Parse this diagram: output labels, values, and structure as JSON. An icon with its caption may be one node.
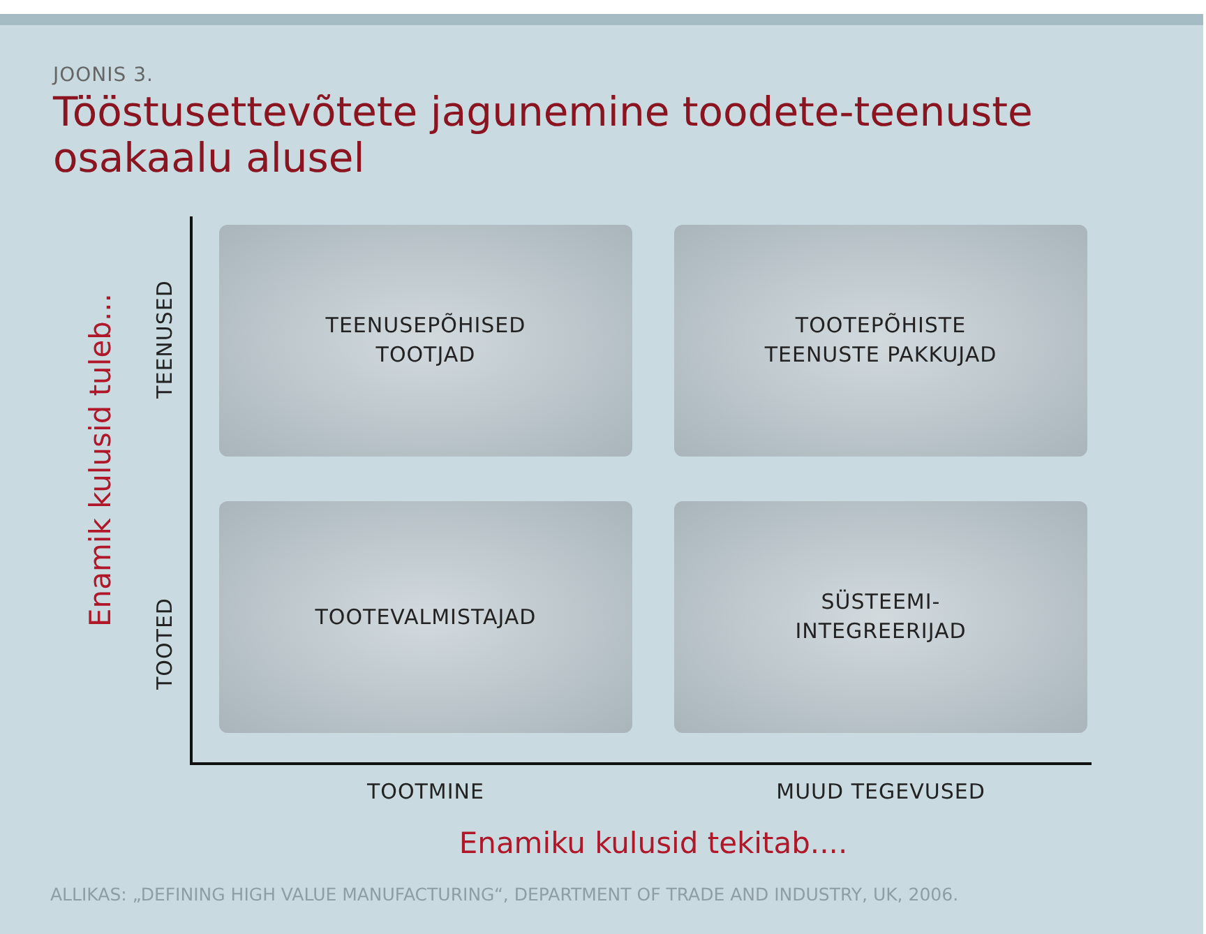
{
  "diagram": {
    "title": "Tööstusettevõtete jagunemine toodete-teenuste osakaalu alusel",
    "caption": "ALLIKAS: „DEFINING HIGH VALUE MANUFACTURING“, DEPARTMENT OF TRADE AND INDUSTRY, UK, 2006.",
    "nodes": [
      {
        "text": [
          "TEENUSEPÕHISED TOOTJAD"
        ]
      },
      {
        "text": [
          "TOOTEPÕHISTE TEENUSTE PAKKUJAD"
        ]
      },
      {
        "text": [
          "TOOTEVALMISTAJAD"
        ]
      },
      {
        "text": [
          "SÜSTEEMI-INTEGREERIJAD"
        ]
      }
    ],
    "labels": [
      "JOONIS 3.",
      "Enamik kulusid tuleb...",
      "TEENUSED",
      "TOOTED",
      "TOOTMINE",
      "MUUD TEGEVUSED",
      "Enamiku kulusid tekitab...."
    ]
  }
}
